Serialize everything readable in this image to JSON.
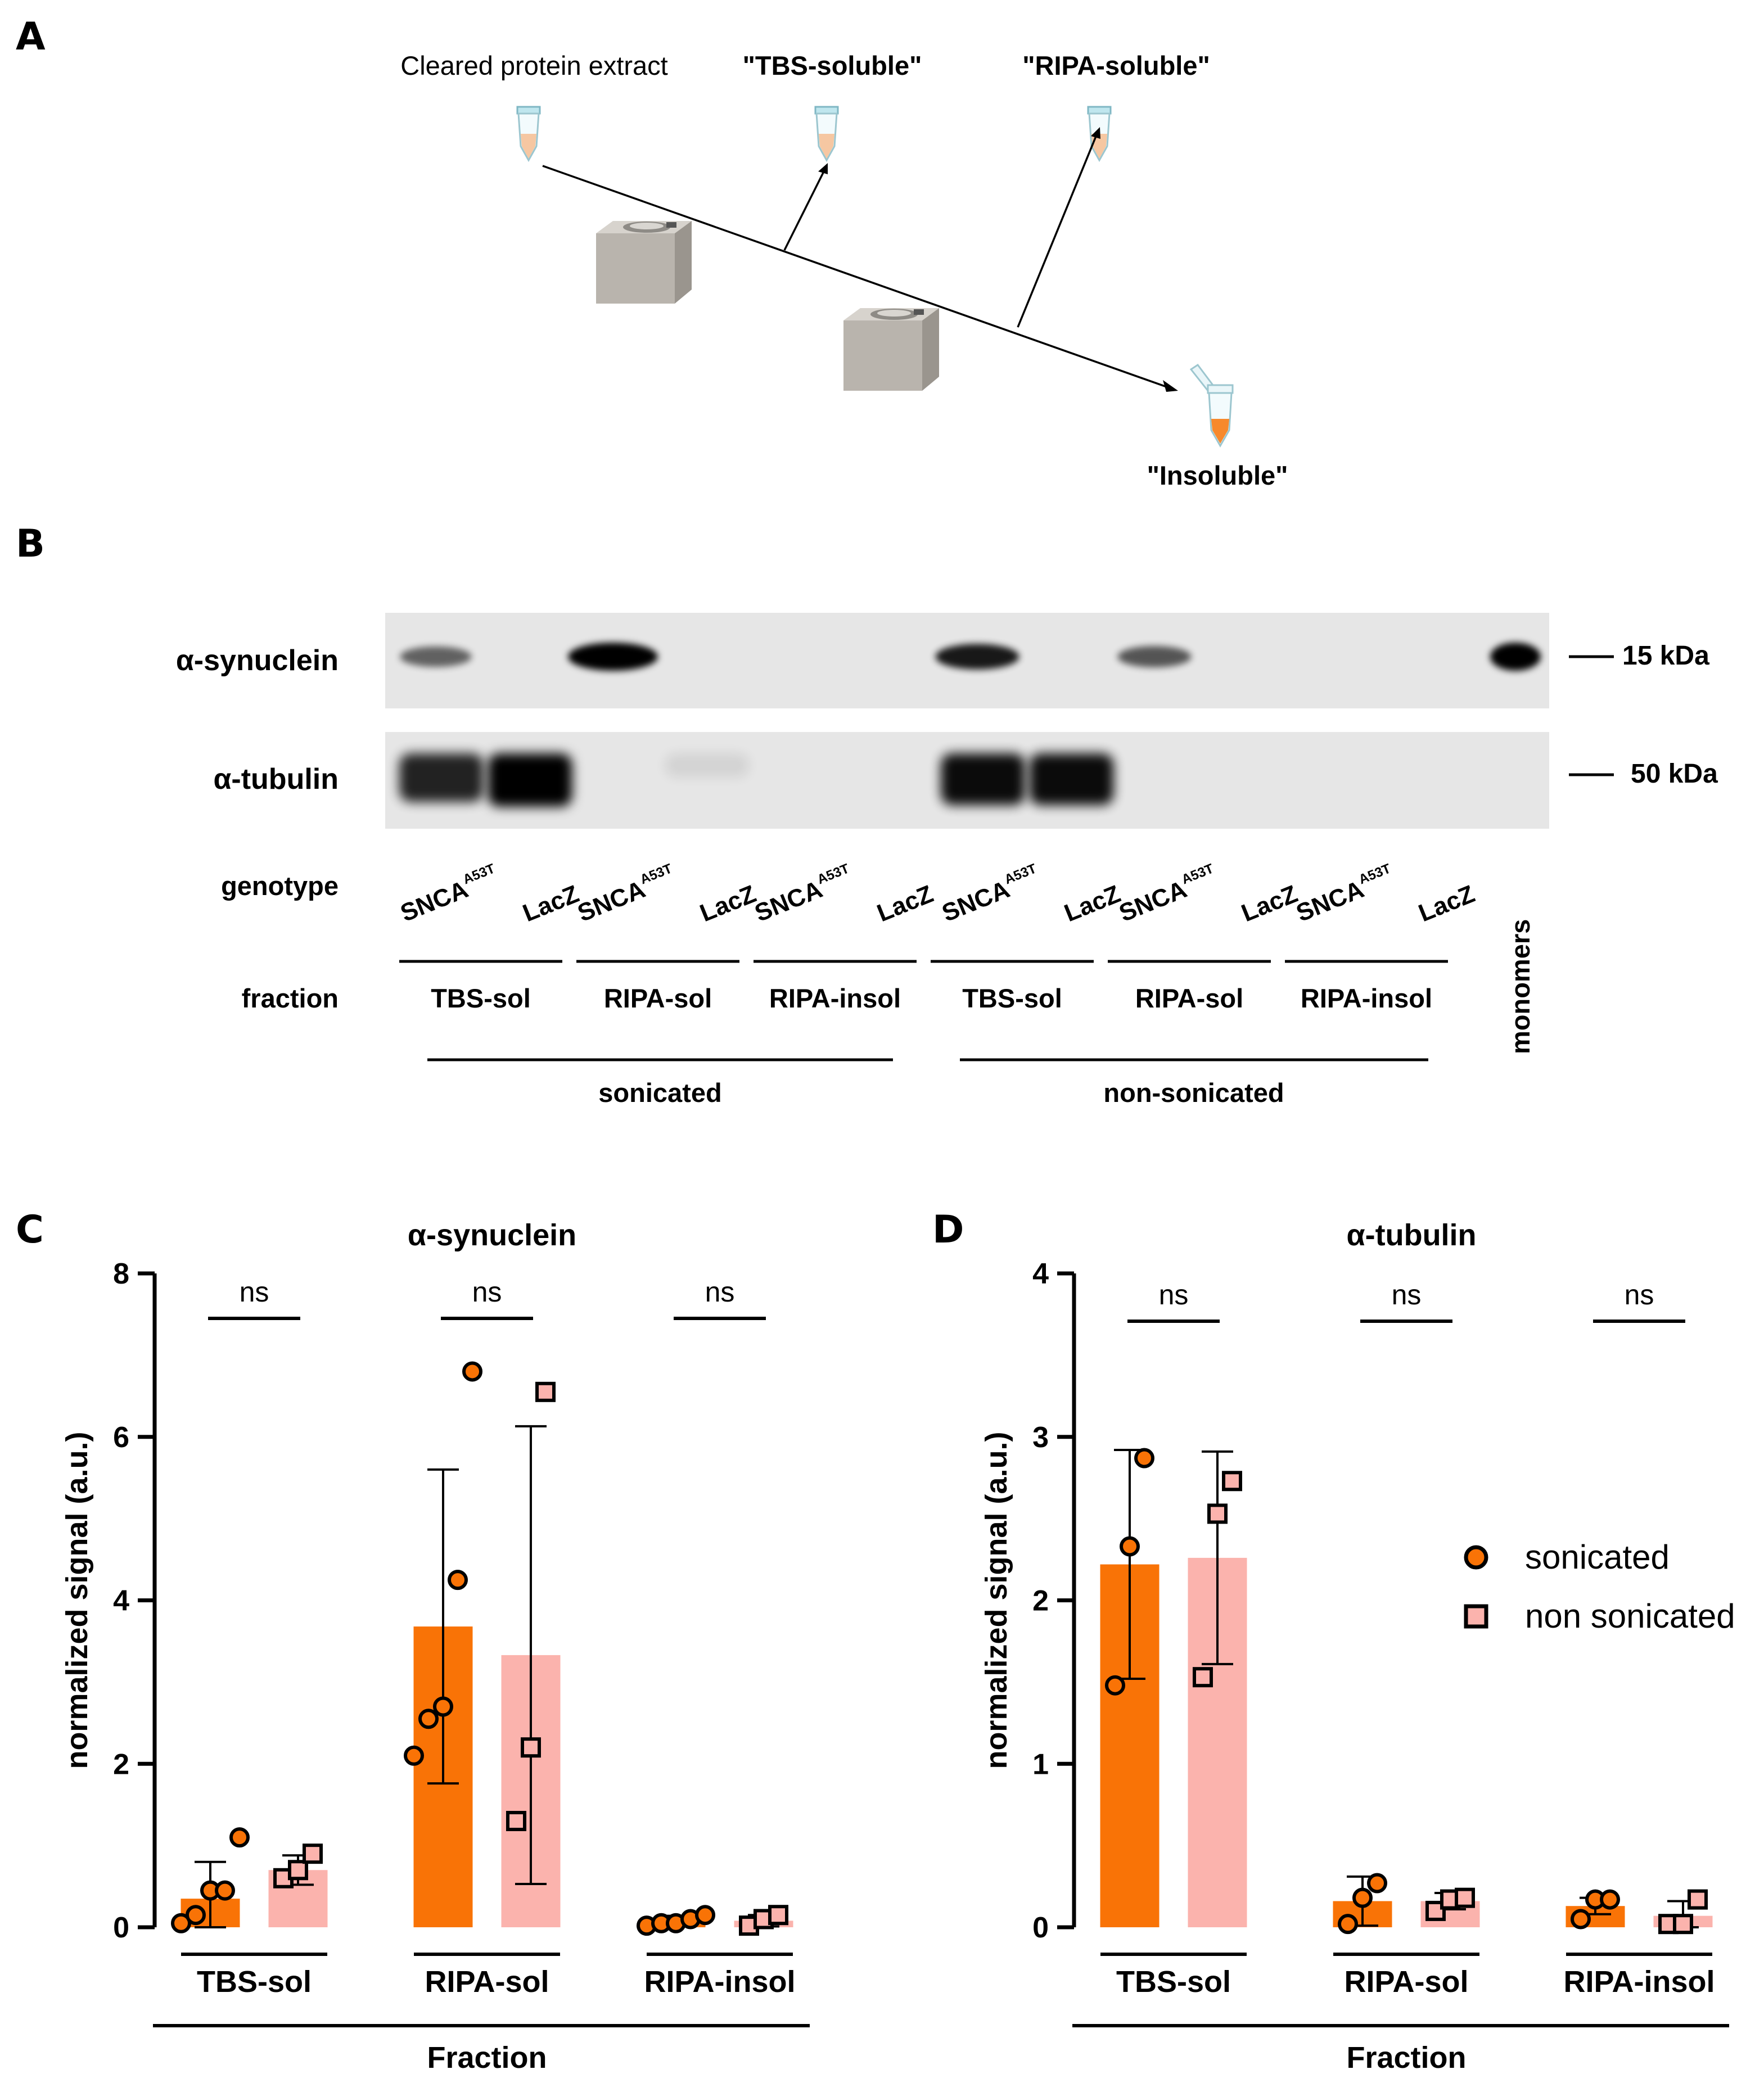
{
  "panels": {
    "a": "A",
    "b": "B",
    "c": "C",
    "d": "D"
  },
  "panel_a": {
    "start_label": "Cleared protein extract",
    "tbs_label": "\"TBS-soluble\"",
    "ripa_label": "\"RIPA-soluble\"",
    "insoluble_label": "\"Insoluble\""
  },
  "panel_b": {
    "blot1_label": "α-synuclein",
    "blot2_label": "α-tubulin",
    "marker1": "15 kDa",
    "marker2": "50 kDa",
    "genotype_label": "genotype",
    "fraction_label": "fraction",
    "lanes": [
      {
        "genotype": "SNCA",
        "sup": "A53T"
      },
      {
        "genotype": "LacZ",
        "sup": ""
      },
      {
        "genotype": "SNCA",
        "sup": "A53T"
      },
      {
        "genotype": "LacZ",
        "sup": ""
      },
      {
        "genotype": "SNCA",
        "sup": "A53T"
      },
      {
        "genotype": "LacZ",
        "sup": ""
      },
      {
        "genotype": "SNCA",
        "sup": "A53T"
      },
      {
        "genotype": "LacZ",
        "sup": ""
      },
      {
        "genotype": "SNCA",
        "sup": "A53T"
      },
      {
        "genotype": "LacZ",
        "sup": ""
      },
      {
        "genotype": "SNCA",
        "sup": "A53T"
      },
      {
        "genotype": "LacZ",
        "sup": ""
      }
    ],
    "fractions": [
      "TBS-sol",
      "RIPA-sol",
      "RIPA-insol",
      "TBS-sol",
      "RIPA-sol",
      "RIPA-insol"
    ],
    "groups": [
      "sonicated",
      "non-sonicated"
    ],
    "monomers_label": "monomers",
    "syn_bands": [
      {
        "lane": 0,
        "intensity": 0.55
      },
      {
        "lane": 2,
        "intensity": 1.0
      },
      {
        "lane": 6,
        "intensity": 0.85
      },
      {
        "lane": 8,
        "intensity": 0.6
      },
      {
        "lane": 12,
        "intensity": 1.0
      }
    ],
    "tub_bands": [
      {
        "lane": 0,
        "intensity": 0.85
      },
      {
        "lane": 1,
        "intensity": 1.0
      },
      {
        "lane": 3,
        "intensity": 0.08
      },
      {
        "lane": 6,
        "intensity": 0.95
      },
      {
        "lane": 7,
        "intensity": 0.95
      }
    ]
  },
  "colors": {
    "sonicated": "#f97306",
    "non_sonicated": "#fbb3ad",
    "blot_bg": "#e6e6e6"
  },
  "legend": {
    "sonicated": "sonicated",
    "non_sonicated": "non sonicated"
  },
  "chart_data": [
    {
      "type": "bar",
      "title": "α-synuclein",
      "ylabel": "normalized signal (a.u.)",
      "xlabel": "Fraction",
      "ylim": [
        0,
        8
      ],
      "yticks": [
        0,
        2,
        4,
        6,
        8
      ],
      "categories": [
        "TBS-sol",
        "RIPA-sol",
        "RIPA-insol"
      ],
      "significance": [
        "ns",
        "ns",
        "ns"
      ],
      "series": [
        {
          "name": "sonicated",
          "values": [
            0.35,
            3.68,
            0.08
          ],
          "sd": [
            0.45,
            1.92,
            0.06
          ],
          "points": [
            [
              0.05,
              0.15,
              0.45,
              0.45,
              1.1
            ],
            [
              2.1,
              2.55,
              2.7,
              4.25,
              6.8
            ],
            [
              0.02,
              0.05,
              0.05,
              0.1,
              0.15
            ]
          ]
        },
        {
          "name": "non sonicated",
          "values": [
            0.7,
            3.33,
            0.08
          ],
          "sd": [
            0.18,
            2.8,
            0.07
          ],
          "points": [
            [
              0.6,
              0.7,
              0.9
            ],
            [
              1.3,
              2.2,
              6.55
            ],
            [
              0.02,
              0.1,
              0.15
            ]
          ]
        }
      ]
    },
    {
      "type": "bar",
      "title": "α-tubulin",
      "ylabel": "normalized signal (a.u.)",
      "xlabel": "Fraction",
      "ylim": [
        0,
        4
      ],
      "yticks": [
        0,
        1,
        2,
        3,
        4
      ],
      "categories": [
        "TBS-sol",
        "RIPA-sol",
        "RIPA-insol"
      ],
      "significance": [
        "ns",
        "ns",
        "ns"
      ],
      "series": [
        {
          "name": "sonicated",
          "values": [
            2.22,
            0.16,
            0.13
          ],
          "sd": [
            0.7,
            0.15,
            0.05
          ],
          "points": [
            [
              1.48,
              2.33,
              2.87
            ],
            [
              0.02,
              0.18,
              0.27
            ],
            [
              0.05,
              0.17,
              0.17
            ]
          ]
        },
        {
          "name": "non sonicated",
          "values": [
            2.26,
            0.16,
            0.07
          ],
          "sd": [
            0.65,
            0.05,
            0.09
          ],
          "points": [
            [
              1.53,
              2.53,
              2.73
            ],
            [
              0.1,
              0.17,
              0.18
            ],
            [
              0.02,
              0.02,
              0.17
            ]
          ]
        }
      ]
    }
  ]
}
